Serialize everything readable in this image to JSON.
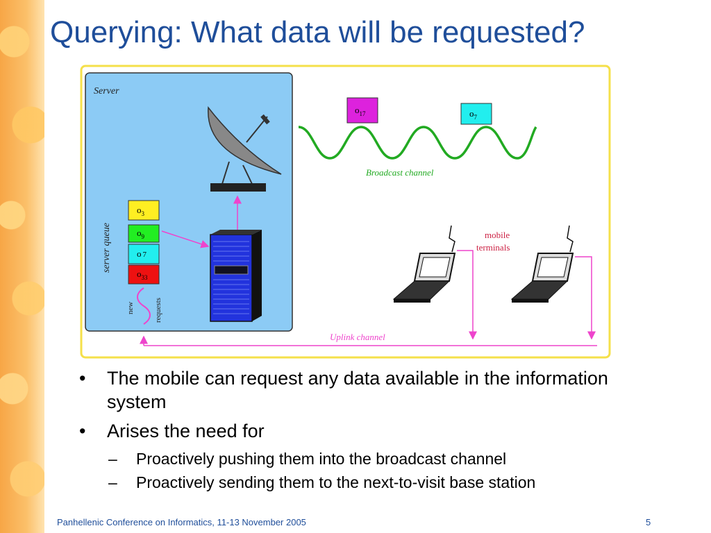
{
  "slide": {
    "title": "Querying: What data will be requested?",
    "footer": "Panhellenic Conference on Informatics, 11-13 November 2005",
    "page_number": "5"
  },
  "diagram": {
    "server_label": "Server",
    "server_queue_label": "server queue",
    "queue_items": [
      {
        "base": "o",
        "sub": "3",
        "color": "#ffee22"
      },
      {
        "base": "o",
        "sub": "9",
        "color": "#22ee22"
      },
      {
        "base": "o",
        "sub": "7",
        "color": "#22eeee"
      },
      {
        "base": "o",
        "sub": "33",
        "color": "#ee1111"
      }
    ],
    "new_label": "new",
    "requests_label": "requests",
    "broadcast_items": [
      {
        "base": "o",
        "sub": "17",
        "color": "#dd22dd"
      },
      {
        "base": "o",
        "sub": "7",
        "color": "#22eeee"
      }
    ],
    "broadcast_label": "Broadcast channel",
    "mobile_label_line1": "mobile",
    "mobile_label_line2": "terminals",
    "uplink_label": "Uplink channel",
    "colors": {
      "frame_border": "#f5e04a",
      "server_panel": "#8ccbf5",
      "wave": "#22aa22",
      "uplink": "#ee44cc",
      "mobile_text": "#cc2244",
      "server_rack": "#2233dd"
    }
  },
  "bullets": [
    {
      "mark": "•",
      "text": "The mobile can request any data available in the information system"
    },
    {
      "mark": "•",
      "text": "Arises the need for"
    }
  ],
  "sub_bullets": [
    {
      "mark": "–",
      "text": "Proactively pushing them into the broadcast channel"
    },
    {
      "mark": "–",
      "text": "Proactively sending them to the next-to-visit base station"
    }
  ]
}
